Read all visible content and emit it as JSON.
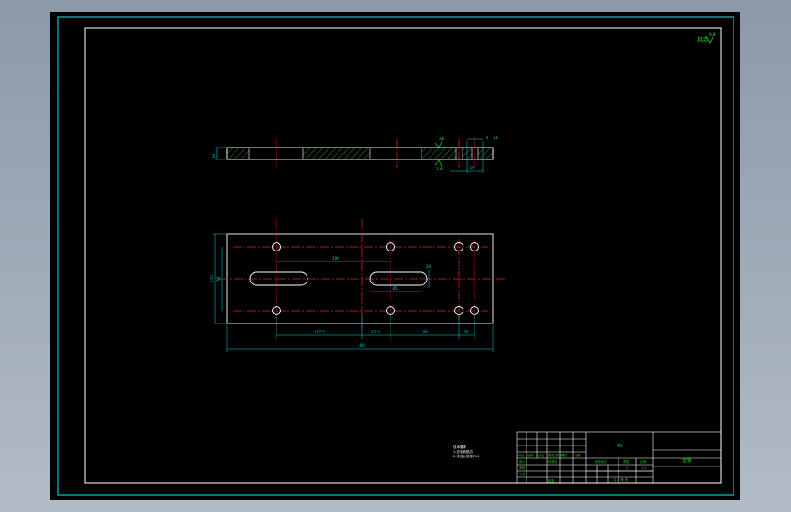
{
  "colors": {
    "paper": "#000000",
    "frame": "#00c8c8",
    "geometry": "#ffffff",
    "center_line": "#e02020",
    "dimension": "#00d8d8",
    "hatch": "#2e8b2e",
    "annotation_text": "#20d020",
    "title_text": "#20d020"
  },
  "roughness": {
    "corner_symbol_value": "6.3",
    "corner_label": "其余",
    "section_symbol_top": "3.2",
    "section_symbol_bottom": "1.6"
  },
  "dimensions": {
    "thickness": "10",
    "right_edge_small": "5",
    "right_edge_mid": "16",
    "right_edge_large": "30",
    "inner_height": "56",
    "outer_height": "120",
    "slot_length": "100",
    "slot_gap": "85",
    "slot_width": "20",
    "hole_spacing_left": "147.5",
    "hole_spacing_mid": "62.5",
    "hole_spacing_right": "100",
    "hole_edge_right": "20",
    "overall_length": "400"
  },
  "technical_notes": {
    "heading": "技术要求",
    "line1": "1.去毛刺锐边",
    "line2": "2.未注公差按IT14"
  },
  "title_block": {
    "part_name": "垫板",
    "drawing_no": "",
    "material": "45",
    "scale": "1:1",
    "quantity": "1",
    "row_labels": [
      "标记",
      "处数",
      "分区",
      "更改文件号",
      "签名",
      "日期"
    ],
    "sign_labels": [
      "设计",
      "标准化",
      "审核",
      "工艺",
      "批准"
    ],
    "stage_labels": [
      "阶段标记",
      "重量",
      "比例"
    ],
    "sheet": "共 张 第 张"
  }
}
